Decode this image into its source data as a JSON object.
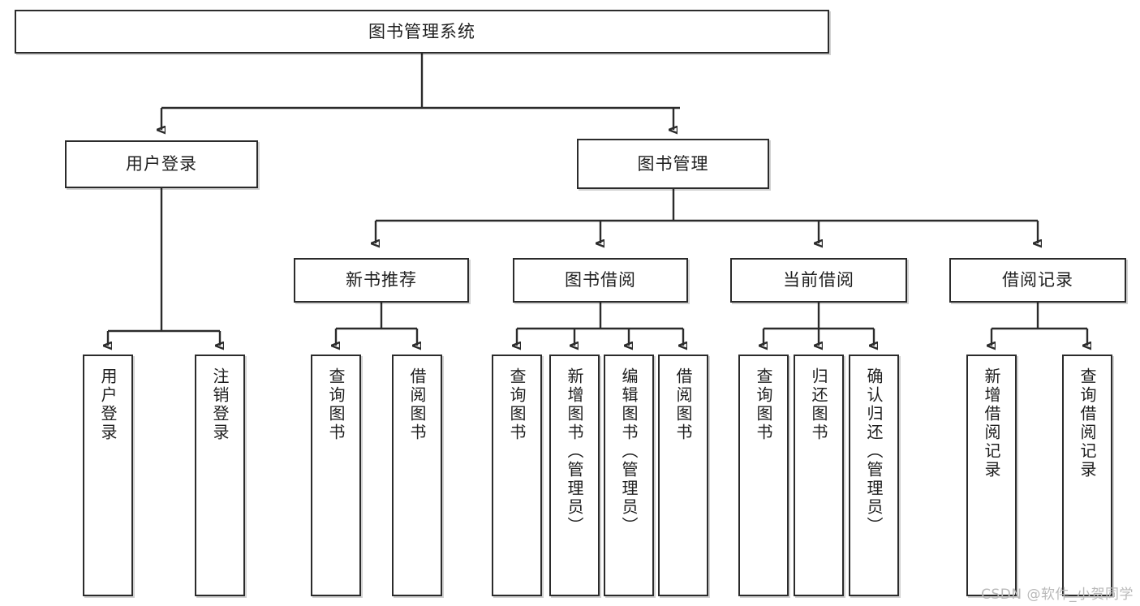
{
  "diagram": {
    "title": "图书管理系统",
    "watermark": "CSDN @软件_小贺同学",
    "type": "tree-hierarchy",
    "root": {
      "id": "root",
      "label": "图书管理系统"
    },
    "level2": [
      {
        "id": "user-login",
        "label": "用户登录"
      },
      {
        "id": "book-manage",
        "label": "图书管理"
      }
    ],
    "level3": [
      {
        "id": "new-book-rec",
        "label": "新书推荐",
        "parent": "book-manage"
      },
      {
        "id": "book-borrow",
        "label": "图书借阅",
        "parent": "book-manage"
      },
      {
        "id": "current-borrow",
        "label": "当前借阅",
        "parent": "book-manage"
      },
      {
        "id": "borrow-record",
        "label": "借阅记录",
        "parent": "book-manage"
      }
    ],
    "leaves": [
      {
        "id": "leaf-user-login",
        "label": "用户登录",
        "parent": "user-login"
      },
      {
        "id": "leaf-user-logout",
        "label": "注销登录",
        "parent": "user-login"
      },
      {
        "id": "leaf-rec-query",
        "label": "查询图书",
        "parent": "new-book-rec"
      },
      {
        "id": "leaf-rec-borrow",
        "label": "借阅图书",
        "parent": "new-book-rec"
      },
      {
        "id": "leaf-borrow-query",
        "label": "查询图书",
        "parent": "book-borrow"
      },
      {
        "id": "leaf-borrow-add",
        "label": "新增图书（管理员）",
        "parent": "book-borrow"
      },
      {
        "id": "leaf-borrow-edit",
        "label": "编辑图书（管理员）",
        "parent": "book-borrow"
      },
      {
        "id": "leaf-borrow-lend",
        "label": "借阅图书",
        "parent": "book-borrow"
      },
      {
        "id": "leaf-cur-query",
        "label": "查询图书",
        "parent": "current-borrow"
      },
      {
        "id": "leaf-cur-return",
        "label": "归还图书",
        "parent": "current-borrow"
      },
      {
        "id": "leaf-cur-confirm",
        "label": "确认归还（管理员）",
        "parent": "current-borrow"
      },
      {
        "id": "leaf-rec-add",
        "label": "新增借阅记录",
        "parent": "borrow-record"
      },
      {
        "id": "leaf-rec-query2",
        "label": "查询借阅记录",
        "parent": "borrow-record"
      }
    ],
    "colors": {
      "stroke": "#2b2b2b",
      "fill": "#ffffff",
      "text": "#1f1f1f",
      "watermark": "#b9b9b9"
    }
  }
}
